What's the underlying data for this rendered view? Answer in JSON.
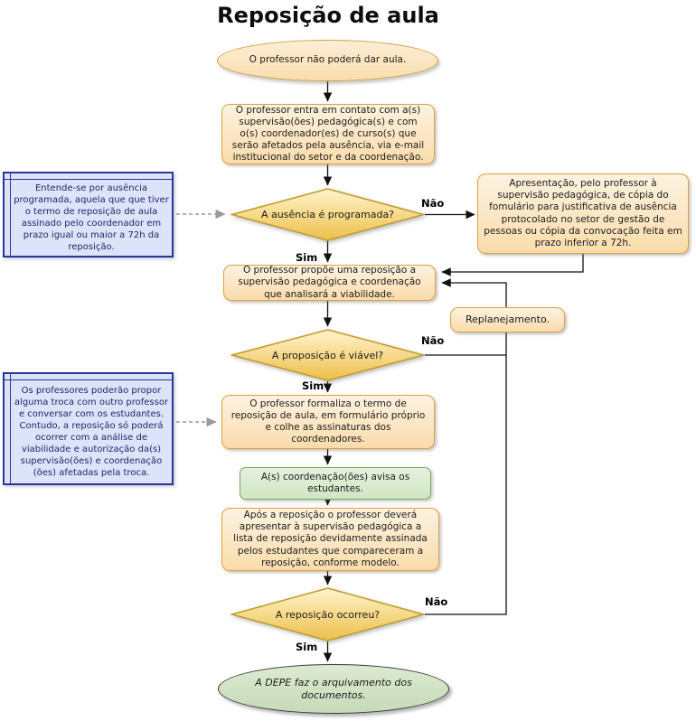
{
  "title": "Reposição de aula",
  "nodes": {
    "start": {
      "label": "O professor não poderá dar aula."
    },
    "contact": {
      "label": "O professor entra em contato com a(s)\nsupervisão(ões) pedagógica(s) e com\no(s) coordenador(es) de curso(s) que\nserão afetados pela ausência, via e-mail\ninstitucional do setor e da coordenação."
    },
    "diamond1": {
      "label": "A ausência é programada?"
    },
    "apresentacao": {
      "label": "Apresentação, pelo professor à\nsupervisão pedagógica, de cópia do\nfomulário para justificativa de ausência\nprotocolado no setor de gestão de\npessoas ou cópia da convocação feita em\nprazo inferior a 72h."
    },
    "propoe": {
      "label": "O professor propõe uma reposição a\nsupervisão pedagógica e coordenação\nque analisará a viabilidade."
    },
    "replanejamento": {
      "label": "Replanejamento."
    },
    "diamond2": {
      "label": "A proposição é viável?"
    },
    "formaliza": {
      "label": "O professor formaliza o termo de\nreposição de aula, em formulário próprio\ne colhe as assinaturas dos\ncoordenadores."
    },
    "avisa": {
      "label": "A(s) coordenação(ões) avisa os\nestudantes."
    },
    "apos": {
      "label": "Após a reposição o professor deverá\napresentar à supervisão pedagógica a\nlista de reposição devidamente assinada\npelos estudantes que compareceram a\nreposição, conforme modelo."
    },
    "diamond3": {
      "label": "A reposição ocorreu?"
    },
    "end": {
      "label": "A DEPE faz o arquivamento dos\ndocumentos."
    }
  },
  "notes": {
    "note1": {
      "text": "Entende-se por ausência\nprogramada, aquela que que tiver\no termo de reposição de aula\nassinado pelo coordenador em\nprazo igual ou maior a 72h da\nreposição."
    },
    "note2": {
      "text": "Os professores poderão propor\nalguma troca com outro professor\ne conversar com os estudantes.\nContudo, a reposição só poderá\nocorrer com a análise de\nviabilidade e autorização da(s)\nsupervisão(ões) e coordenação\n(ões) afetadas pela troca."
    }
  },
  "edge_labels": {
    "sim": "Sim",
    "nao": "Não"
  },
  "colors": {
    "process_fill": "#fbe3bd",
    "process_border": "#dfa13e",
    "decision_fill": "#f4cf58",
    "decision_border": "#c09c28",
    "note_fill": "#dde3f8",
    "note_border": "#2834a0",
    "green_fill": "#d8ebd0",
    "green_border": "#74a85e",
    "end_fill": "#cfe0c3",
    "arrow": "#111111",
    "dashed_arrow": "#999999"
  }
}
